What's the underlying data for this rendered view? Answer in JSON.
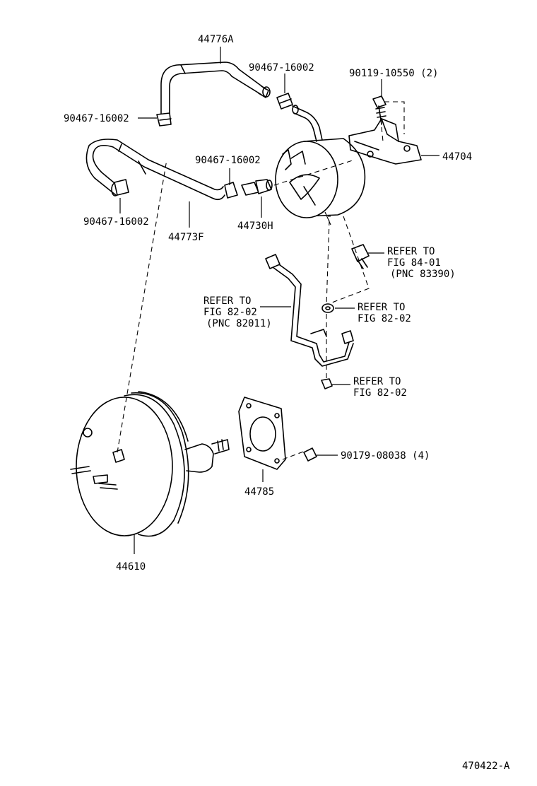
{
  "labels": {
    "hose_upper": "44776A",
    "clip_upper_right": "90467-16002",
    "clip_upper_left": "90467-16002",
    "bolt_bracket": "90119-10550 (2)",
    "bracket": "44704",
    "clip_mid": "90467-16002",
    "clip_lower_left": "90467-16002",
    "hose_lower": "44773F",
    "check_valve": "44730H",
    "refer_84_line1": "REFER TO",
    "refer_84_line2": "FIG 84-01",
    "refer_84_line3": "(PNC 83390)",
    "refer_82_left_line1": "REFER TO",
    "refer_82_left_line2": "FIG 82-02",
    "refer_82_left_line3": "(PNC 82011)",
    "refer_82_washer_line1": "REFER TO",
    "refer_82_washer_line2": "FIG 82-02",
    "refer_82_nut_line1": "REFER TO",
    "refer_82_nut_line2": "FIG 82-02",
    "nut_booster": "90179-08038 (4)",
    "gasket": "44785",
    "booster": "44610",
    "figure_code": "470422-A"
  }
}
